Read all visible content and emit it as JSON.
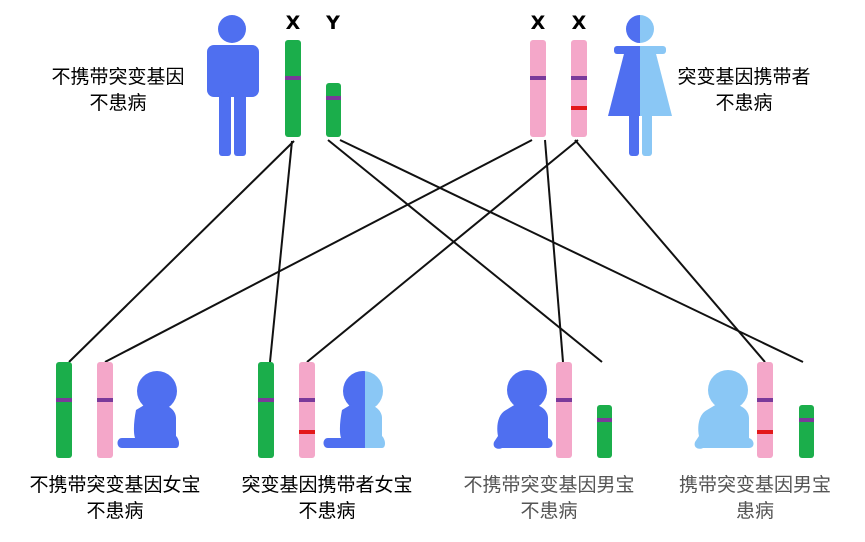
{
  "colors": {
    "male_blue": "#4f6ff0",
    "carrier_light_blue": "#8ac7f5",
    "x_chromosome_green": "#1bae4b",
    "x_chromosome_pink": "#f4a7c9",
    "centromere_purple": "#7a3a9a",
    "mutation_red": "#e3181a",
    "line_black": "#111111"
  },
  "chromosome_letters": {
    "father_x": "X",
    "father_y": "Y",
    "mother_x1": "X",
    "mother_x2": "X"
  },
  "parents": {
    "father": {
      "icon": "man-icon",
      "label_line1": "不携带突变基因",
      "label_line2": "不患病"
    },
    "mother": {
      "icon": "woman-icon",
      "label_line1": "突变基因携带者",
      "label_line2": "不患病"
    }
  },
  "children": [
    {
      "icon": "baby-girl-icon",
      "label_line1": "不携带突变基因女宝",
      "label_line2": "不患病"
    },
    {
      "icon": "baby-girl-carrier-icon",
      "label_line1": "突变基因携带者女宝",
      "label_line2": "不患病"
    },
    {
      "icon": "baby-boy-icon",
      "label_line1": "不携带突变基因男宝",
      "label_line2": "不患病"
    },
    {
      "icon": "baby-boy-affected-icon",
      "label_line1": "携带突变基因男宝",
      "label_line2": "患病"
    }
  ]
}
